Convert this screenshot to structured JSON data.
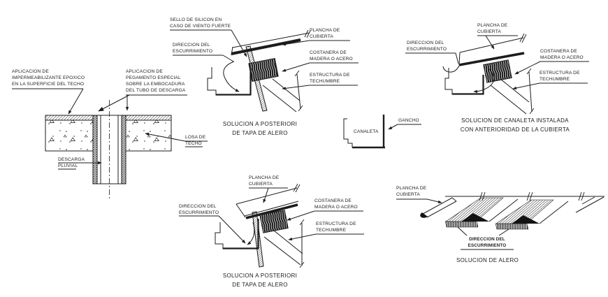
{
  "page": {
    "background": "#ffffff",
    "ink_color": "#1c1c1c"
  },
  "details": {
    "roof_drain": {
      "label_impermeabilizante": "APLICACION DE\nIMPERMEABILIZANTE EPOXICO\nEN LA SUPERFICIE DEL TECHO",
      "label_pegamento": "APLICACION DE\nPEGAMENTO ESPECIAL\nSOBRE LA EMBOCADURA\nDEL TUBO DE DESCARGA",
      "label_losa": "LOSA DE\nTECHO",
      "label_descarga": "DESCARGA\nPLUVIAL"
    },
    "tapa_top": {
      "label_sello": "SELLO DE SILICON EN\nCASO DE VIENTO FUERTE",
      "label_direccion": "DIRECCION DEL\nESCURRIMIENTO",
      "label_plancha": "PLANCHA DE\nCUBIERTA",
      "label_costanera": "COSTANERA DE\nMADERA O ACERO",
      "label_estructura": "ESTRUCTURA DE\nTECHUMBRE",
      "caption": "SOLUCION A POSTERIORI\nDE TAPA DE ALERO"
    },
    "canaleta_inst": {
      "label_direccion": "DIRECCION DEL\nESCURRIMIENTO",
      "label_plancha": "PLANCHA DE\nCUBIERTA",
      "label_costanera": "COSTANERA DE\nMADERA O ACERO",
      "label_estructura": "ESTRUCTURA DE\nTECHUMBRE",
      "caption": "SOLUCION DE CANALETA INSTALADA\nCON ANTERIORIDAD DE LA CUBIERTA"
    },
    "canaleta_prof": {
      "label_canaleta": "CANALETA",
      "label_gancho": "GANCHO"
    },
    "tapa_bottom": {
      "label_direccion": "DIRECCION DEL\nESCURRIMIENTO",
      "label_plancha": "PLANCHA DE\nCUBIERTA",
      "label_costanera": "COSTANERA DE\nMADERA O ACERO",
      "label_estructura": "ESTRUCTURA DE\nTECHUMBRE",
      "caption": "SOLUCION A POSTERIORI\nDE TAPA DE ALERO"
    },
    "alero": {
      "label_plancha": "PLANCHA DE\nCUBIERTA",
      "label_direccion": "DIRECCION DEL\nESCURRIMIENTO",
      "caption": "SOLUCION DE ALERO"
    }
  }
}
